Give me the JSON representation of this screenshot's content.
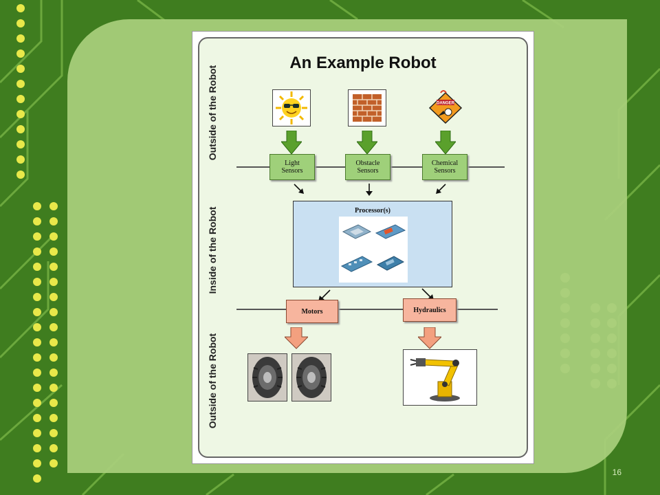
{
  "slide": {
    "number": "16"
  },
  "diagram": {
    "title": "An Example Robot",
    "zones": {
      "top": "Outside of the Robot",
      "middle": "Inside of the Robot",
      "bottom": "Outside of the Robot"
    },
    "sensors": [
      {
        "label": "Light Sensors",
        "icon": "sun-icon"
      },
      {
        "label": "Obstacle Sensors",
        "icon": "brick-wall-icon"
      },
      {
        "label": "Chemical Sensors",
        "icon": "hazard-sign-icon"
      }
    ],
    "hazard_sign_text": "DANGER",
    "processor": {
      "label": "Processor(s)",
      "icon": "circuit-boards-icon"
    },
    "outputs": [
      {
        "label": "Motors",
        "icon": "tires-icon"
      },
      {
        "label": "Hydraulics",
        "icon": "robot-arm-icon"
      }
    ]
  },
  "colors": {
    "background": "#3f7d1f",
    "panel": "#a9cf7c",
    "sensor_box": "#9fd07a",
    "output_box": "#f7b59e",
    "processor_box": "#c9e0f2",
    "arrow_green": "#5aa02c",
    "arrow_orange": "#f3a07f"
  }
}
